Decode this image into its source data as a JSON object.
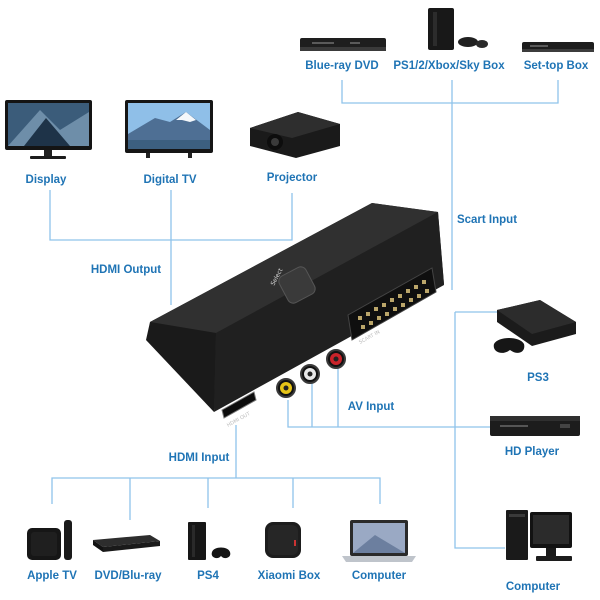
{
  "sources": {
    "blu_ray_dvd": "Blue-ray DVD",
    "ps_xbox_sky": "PS1/2/Xbox/Sky Box",
    "set_top_box": "Set-top Box"
  },
  "outputs": {
    "display": "Display",
    "digital_tv": "Digital TV",
    "projector": "Projector"
  },
  "ports": {
    "scart_input": "Scart Input",
    "hdmi_output": "HDMI Output",
    "av_input": "AV Input",
    "hdmi_input": "HDMI Input"
  },
  "av_devices": {
    "ps3": "PS3",
    "hd_player": "HD Player",
    "computer": "Computer"
  },
  "hdmi_devices": {
    "apple_tv": "Apple TV",
    "dvd_bluray": "DVD/Blu-ray",
    "ps4": "PS4",
    "xiaomi_box": "Xiaomi Box",
    "computer": "Computer"
  },
  "device_labels": {
    "select_button": "Select",
    "hdmi_out_port": "HDMI OUT",
    "scart_port": "SCART IN"
  },
  "colors": {
    "label": "#1f74b5",
    "wire": "#8fc3ea",
    "device_body": "#1b1b1b"
  }
}
